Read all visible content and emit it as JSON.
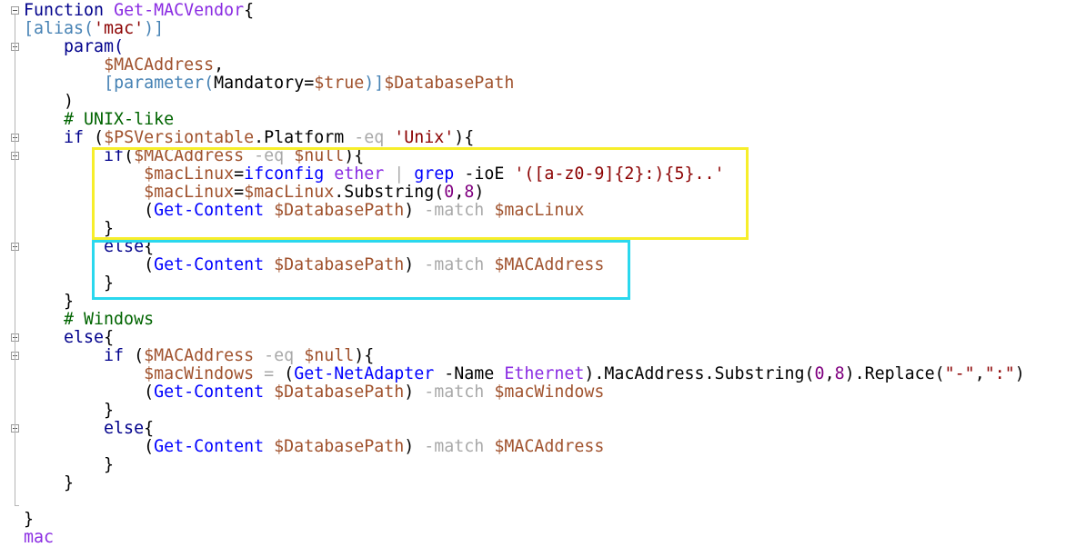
{
  "code_lines": [
    [
      {
        "t": "Function ",
        "c": "kw"
      },
      {
        "t": "Get-MACVendor",
        "c": "argn"
      },
      {
        "t": "{",
        "c": "plain"
      }
    ],
    [
      {
        "t": "[alias(",
        "c": "attr"
      },
      {
        "t": "'mac'",
        "c": "str"
      },
      {
        "t": ")]",
        "c": "attr"
      }
    ],
    [
      {
        "t": "    param(",
        "c": "kw"
      }
    ],
    [
      {
        "t": "        ",
        "c": "plain"
      },
      {
        "t": "$MACAddress",
        "c": "var2"
      },
      {
        "t": ",",
        "c": "plain"
      }
    ],
    [
      {
        "t": "        ",
        "c": "plain"
      },
      {
        "t": "[parameter(",
        "c": "attr"
      },
      {
        "t": "Mandatory=",
        "c": "plain"
      },
      {
        "t": "$true",
        "c": "var2"
      },
      {
        "t": ")]",
        "c": "attr"
      },
      {
        "t": "$DatabasePath",
        "c": "var2"
      }
    ],
    [
      {
        "t": "    )",
        "c": "plain"
      }
    ],
    [
      {
        "t": "    # UNIX-like",
        "c": "com"
      }
    ],
    [
      {
        "t": "    if ",
        "c": "kw"
      },
      {
        "t": "(",
        "c": "plain"
      },
      {
        "t": "$PSVersiontable",
        "c": "var2"
      },
      {
        "t": ".Platform ",
        "c": "plain"
      },
      {
        "t": "-eq ",
        "c": "op"
      },
      {
        "t": "'Unix'",
        "c": "str"
      },
      {
        "t": "){",
        "c": "plain"
      }
    ],
    [
      {
        "t": "        if",
        "c": "kw"
      },
      {
        "t": "(",
        "c": "plain"
      },
      {
        "t": "$MACAddress ",
        "c": "var2"
      },
      {
        "t": "-eq ",
        "c": "op"
      },
      {
        "t": "$null",
        "c": "var2"
      },
      {
        "t": "){",
        "c": "plain"
      }
    ],
    [
      {
        "t": "            ",
        "c": "plain"
      },
      {
        "t": "$macLinux",
        "c": "var2"
      },
      {
        "t": "=",
        "c": "plain"
      },
      {
        "t": "ifconfig ",
        "c": "cmd"
      },
      {
        "t": "ether ",
        "c": "argn"
      },
      {
        "t": "| ",
        "c": "op"
      },
      {
        "t": "grep ",
        "c": "cmd"
      },
      {
        "t": "-ioE ",
        "c": "plain"
      },
      {
        "t": "'([a-z0-9]{2}:){5}..'",
        "c": "str"
      }
    ],
    [
      {
        "t": "            ",
        "c": "plain"
      },
      {
        "t": "$macLinux",
        "c": "var2"
      },
      {
        "t": "=",
        "c": "plain"
      },
      {
        "t": "$macLinux",
        "c": "var2"
      },
      {
        "t": ".Substring(",
        "c": "plain"
      },
      {
        "t": "0",
        "c": "num"
      },
      {
        "t": ",",
        "c": "plain"
      },
      {
        "t": "8",
        "c": "num"
      },
      {
        "t": ")",
        "c": "plain"
      }
    ],
    [
      {
        "t": "            (",
        "c": "plain"
      },
      {
        "t": "Get-Content ",
        "c": "cmd"
      },
      {
        "t": "$DatabasePath",
        "c": "var2"
      },
      {
        "t": ") ",
        "c": "plain"
      },
      {
        "t": "-match ",
        "c": "op"
      },
      {
        "t": "$macLinux",
        "c": "var2"
      }
    ],
    [
      {
        "t": "        }",
        "c": "plain"
      }
    ],
    [
      {
        "t": "        else",
        "c": "kw"
      },
      {
        "t": "{",
        "c": "plain"
      }
    ],
    [
      {
        "t": "            (",
        "c": "plain"
      },
      {
        "t": "Get-Content ",
        "c": "cmd"
      },
      {
        "t": "$DatabasePath",
        "c": "var2"
      },
      {
        "t": ") ",
        "c": "plain"
      },
      {
        "t": "-match ",
        "c": "op"
      },
      {
        "t": "$MACAddress",
        "c": "var2"
      }
    ],
    [
      {
        "t": "        }",
        "c": "plain"
      }
    ],
    [
      {
        "t": "    }",
        "c": "plain"
      }
    ],
    [
      {
        "t": "    # Windows",
        "c": "com"
      }
    ],
    [
      {
        "t": "    else",
        "c": "kw"
      },
      {
        "t": "{",
        "c": "plain"
      }
    ],
    [
      {
        "t": "        if ",
        "c": "kw"
      },
      {
        "t": "(",
        "c": "plain"
      },
      {
        "t": "$MACAddress ",
        "c": "var2"
      },
      {
        "t": "-eq ",
        "c": "op"
      },
      {
        "t": "$null",
        "c": "var2"
      },
      {
        "t": "){",
        "c": "plain"
      }
    ],
    [
      {
        "t": "            ",
        "c": "plain"
      },
      {
        "t": "$macWindows ",
        "c": "var2"
      },
      {
        "t": "= ",
        "c": "op"
      },
      {
        "t": "(",
        "c": "plain"
      },
      {
        "t": "Get-NetAdapter ",
        "c": "cmd"
      },
      {
        "t": "-Name ",
        "c": "plain"
      },
      {
        "t": "Ethernet",
        "c": "argn"
      },
      {
        "t": ").MacAddress.Substring(",
        "c": "plain"
      },
      {
        "t": "0",
        "c": "num"
      },
      {
        "t": ",",
        "c": "plain"
      },
      {
        "t": "8",
        "c": "num"
      },
      {
        "t": ").Replace(",
        "c": "plain"
      },
      {
        "t": "\"-\"",
        "c": "str"
      },
      {
        "t": ",",
        "c": "plain"
      },
      {
        "t": "\":\"",
        "c": "str"
      },
      {
        "t": ")",
        "c": "plain"
      }
    ],
    [
      {
        "t": "            (",
        "c": "plain"
      },
      {
        "t": "Get-Content ",
        "c": "cmd"
      },
      {
        "t": "$DatabasePath",
        "c": "var2"
      },
      {
        "t": ") ",
        "c": "plain"
      },
      {
        "t": "-match ",
        "c": "op"
      },
      {
        "t": "$macWindows",
        "c": "var2"
      }
    ],
    [
      {
        "t": "        }",
        "c": "plain"
      }
    ],
    [
      {
        "t": "        else",
        "c": "kw"
      },
      {
        "t": "{",
        "c": "plain"
      }
    ],
    [
      {
        "t": "            (",
        "c": "plain"
      },
      {
        "t": "Get-Content ",
        "c": "cmd"
      },
      {
        "t": "$DatabasePath",
        "c": "var2"
      },
      {
        "t": ") ",
        "c": "plain"
      },
      {
        "t": "-match ",
        "c": "op"
      },
      {
        "t": "$MACAddress",
        "c": "var2"
      }
    ],
    [
      {
        "t": "        }",
        "c": "plain"
      }
    ],
    [
      {
        "t": "    }",
        "c": "plain"
      }
    ],
    [
      {
        "t": "",
        "c": "plain"
      }
    ],
    [
      {
        "t": "}",
        "c": "plain"
      }
    ],
    [
      {
        "t": "mac",
        "c": "argn"
      }
    ]
  ],
  "highlights": {
    "yellow_color": "#f7ee2a",
    "cyan_color": "#2ad8ee"
  }
}
